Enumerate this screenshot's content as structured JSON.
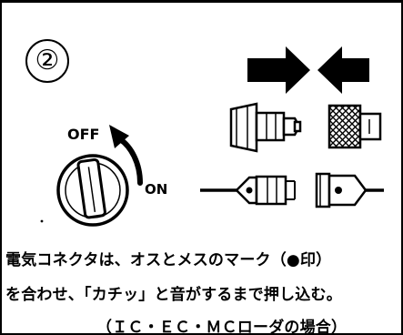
{
  "step": {
    "number": "②"
  },
  "switch": {
    "off_label": "OFF",
    "on_label": "ON"
  },
  "instructions": {
    "line1": "電気コネクタは、オスとメスのマーク（●印）",
    "line2": "を合わせ、「カチッ」と音がするまで押し込む。",
    "line3": "（ＩＣ・ＥＣ・ＭＣローダの場合）"
  },
  "colors": {
    "ink": "#000000",
    "paper": "#ffffff"
  }
}
